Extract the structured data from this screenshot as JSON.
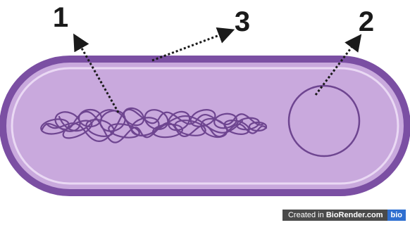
{
  "labels": {
    "label_1": "1",
    "label_2": "2",
    "label_3": "3"
  },
  "badge": {
    "prefix": "Created in",
    "brand": "BioRender.com",
    "logo": "bio"
  },
  "colors": {
    "cell_wall": "#7b4fa3",
    "cytoplasm": "#c9a9dd",
    "inner_membrane": "#e8d8f2",
    "dna": "#6e4590",
    "arrow": "#1a1a1a"
  }
}
